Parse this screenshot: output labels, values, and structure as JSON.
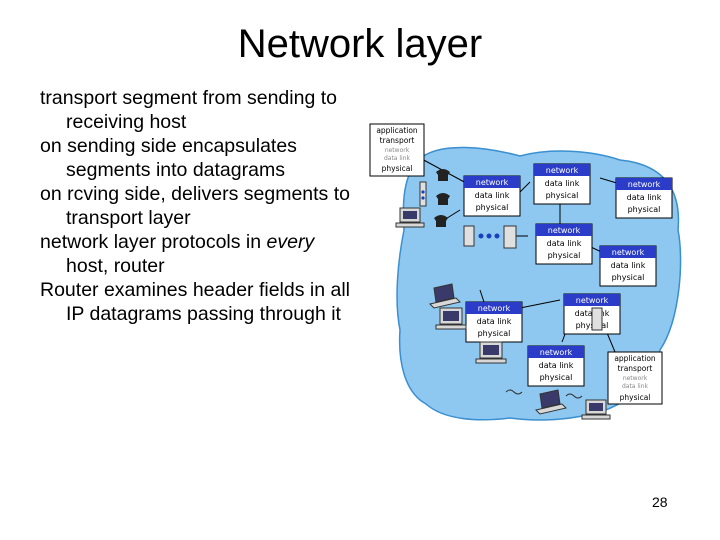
{
  "title": "Network layer",
  "bullets": [
    {
      "text": "transport segment from sending to receiving host"
    },
    {
      "text": "on sending side encapsulates segments into datagrams"
    },
    {
      "text": "on rcving side, delivers segments to transport layer"
    },
    {
      "pre": "network layer protocols in ",
      "em": "every",
      "post": " host, router"
    },
    {
      "text": "Router examines header fields in all IP datagrams passing through it"
    }
  ],
  "hosts": {
    "sender": {
      "application": "application",
      "transport": "transport",
      "network": "network",
      "data_link": "data link",
      "physical": "physical"
    },
    "receiver": {
      "application": "application",
      "transport": "transport",
      "network": "network",
      "data_link": "data link",
      "physical": "physical"
    }
  },
  "router_stack": {
    "network": "network",
    "data_link": "data link",
    "physical": "physical"
  },
  "colors": {
    "cloud": "#8ec8f0",
    "cloud_edge": "#3a8fd0",
    "network_box": "#2a3cc8",
    "stack_border": "#000000"
  },
  "page_number": "28"
}
